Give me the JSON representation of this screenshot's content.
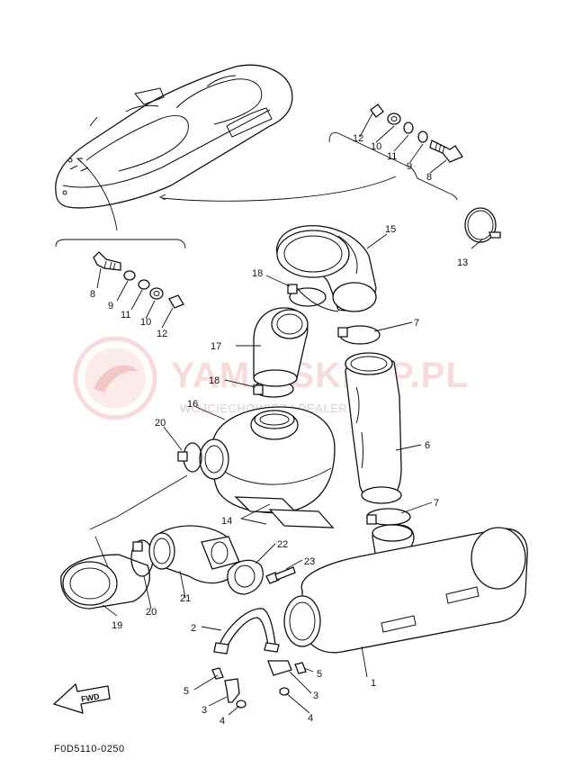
{
  "diagram_code": "F0D5110-0250",
  "watermark": {
    "brand": "YAMA-SKLEP.PL",
    "dealer": "WOJCIECHOWICZ | DEALER YAMAHA"
  },
  "fwd_label": "FWD",
  "callouts": [
    {
      "id": "c1",
      "label": "1"
    },
    {
      "id": "c2",
      "label": "2"
    },
    {
      "id": "c3a",
      "label": "3"
    },
    {
      "id": "c3b",
      "label": "3"
    },
    {
      "id": "c4a",
      "label": "4"
    },
    {
      "id": "c4b",
      "label": "4"
    },
    {
      "id": "c5a",
      "label": "5"
    },
    {
      "id": "c5b",
      "label": "5"
    },
    {
      "id": "c6",
      "label": "6"
    },
    {
      "id": "c7a",
      "label": "7"
    },
    {
      "id": "c7b",
      "label": "7"
    },
    {
      "id": "c8a",
      "label": "8"
    },
    {
      "id": "c8b",
      "label": "8"
    },
    {
      "id": "c9a",
      "label": "9"
    },
    {
      "id": "c9b",
      "label": "9"
    },
    {
      "id": "c10a",
      "label": "10"
    },
    {
      "id": "c10b",
      "label": "10"
    },
    {
      "id": "c11a",
      "label": "11"
    },
    {
      "id": "c11b",
      "label": "11"
    },
    {
      "id": "c12a",
      "label": "12"
    },
    {
      "id": "c12b",
      "label": "12"
    },
    {
      "id": "c13",
      "label": "13"
    },
    {
      "id": "c14",
      "label": "14"
    },
    {
      "id": "c15",
      "label": "15"
    },
    {
      "id": "c16",
      "label": "16"
    },
    {
      "id": "c17",
      "label": "17"
    },
    {
      "id": "c18a",
      "label": "18"
    },
    {
      "id": "c18b",
      "label": "18"
    },
    {
      "id": "c19",
      "label": "19"
    },
    {
      "id": "c20a",
      "label": "20"
    },
    {
      "id": "c20b",
      "label": "20"
    },
    {
      "id": "c21",
      "label": "21"
    },
    {
      "id": "c22",
      "label": "22"
    },
    {
      "id": "c23",
      "label": "23"
    }
  ]
}
